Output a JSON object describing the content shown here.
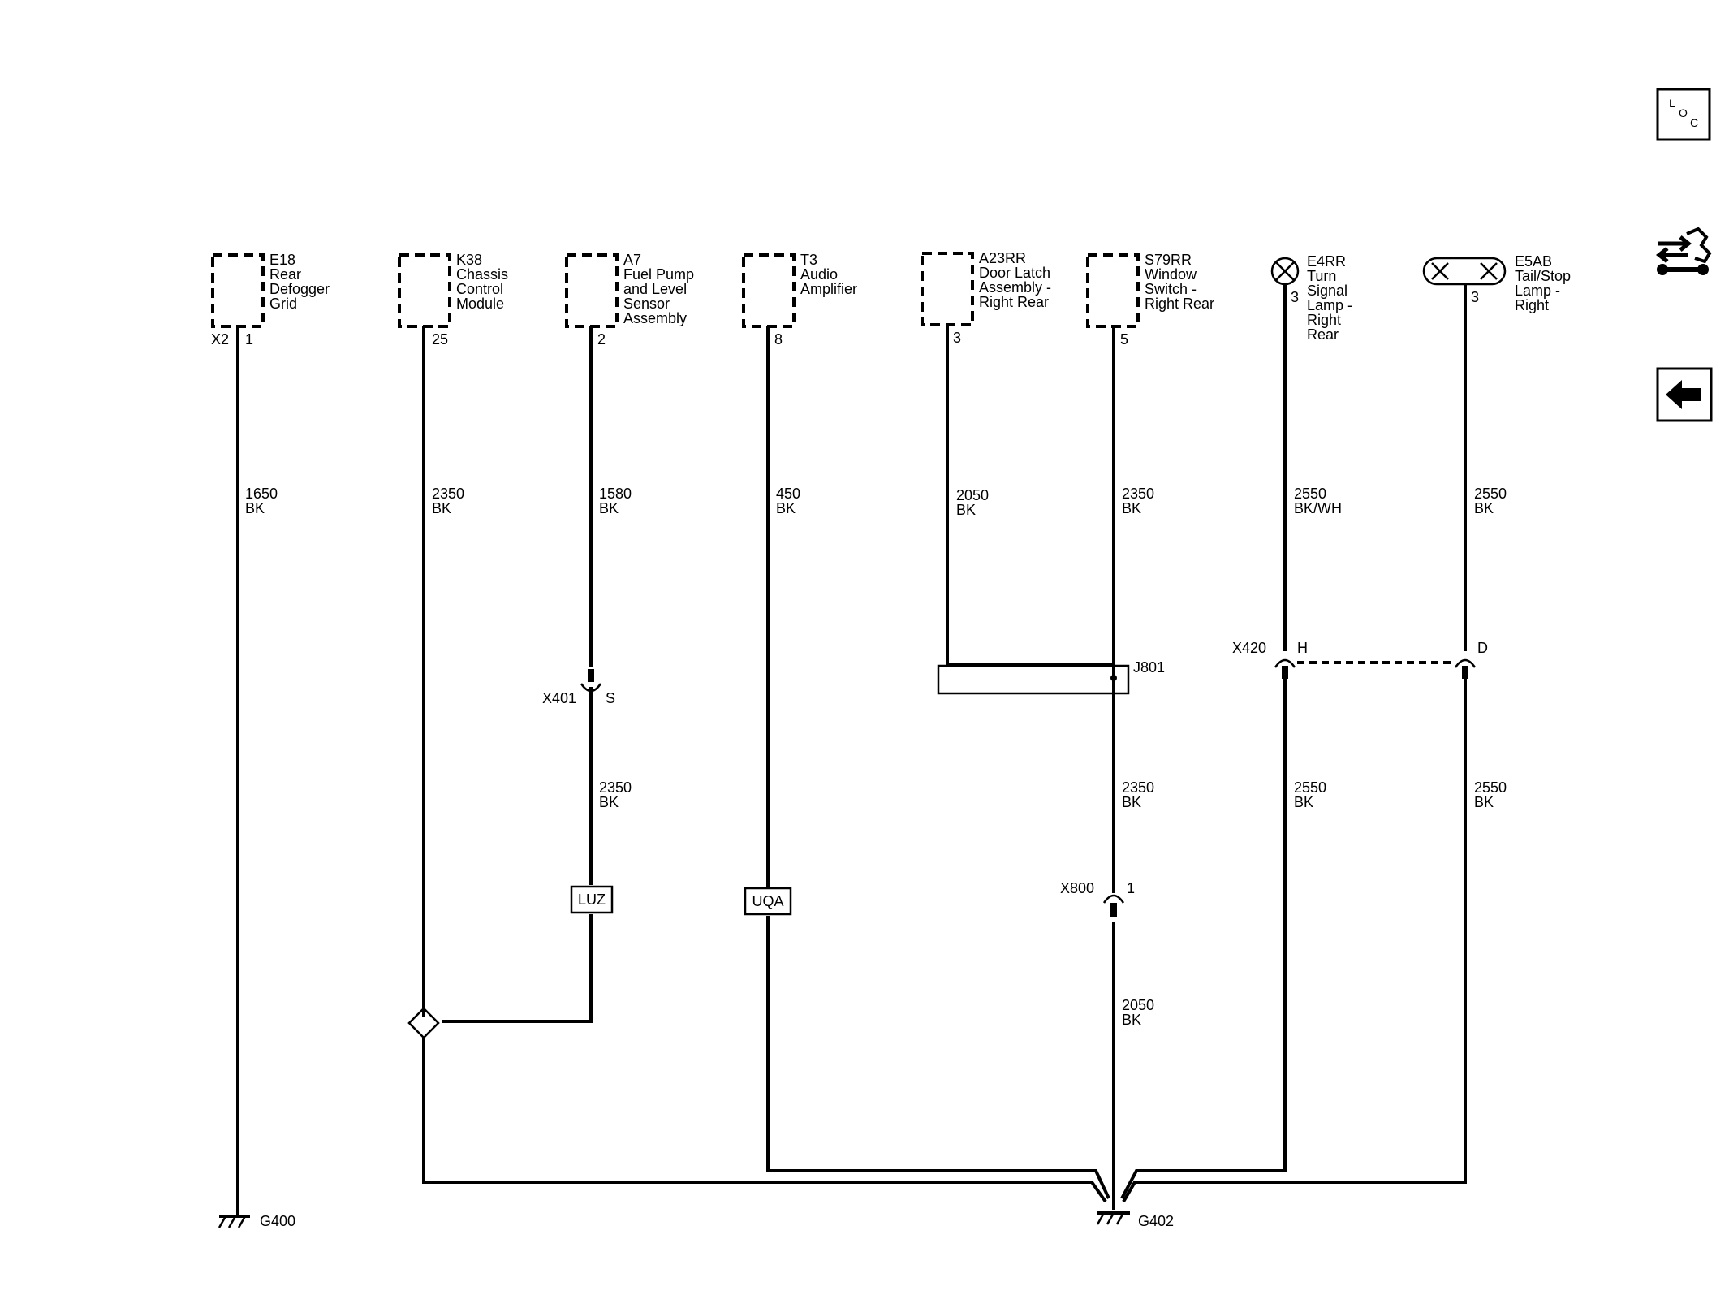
{
  "components": [
    {
      "id": "E18",
      "lines": [
        "E18",
        "Rear",
        "Defogger",
        "Grid"
      ],
      "pins": [
        "X2",
        "1"
      ]
    },
    {
      "id": "K38",
      "lines": [
        "K38",
        "Chassis",
        "Control",
        "Module"
      ],
      "pins": [
        "25"
      ]
    },
    {
      "id": "A7",
      "lines": [
        "A7",
        "Fuel Pump",
        "and Level",
        "Sensor",
        "Assembly"
      ],
      "pins": [
        "2"
      ]
    },
    {
      "id": "T3",
      "lines": [
        "T3",
        "Audio",
        "Amplifier"
      ],
      "pins": [
        "8"
      ]
    },
    {
      "id": "A23RR",
      "lines": [
        "A23RR",
        "Door Latch",
        "Assembly -",
        "Right Rear"
      ],
      "pins": [
        "3"
      ]
    },
    {
      "id": "S79RR",
      "lines": [
        "S79RR",
        "Window",
        "Switch -",
        "Right Rear"
      ],
      "pins": [
        "5"
      ]
    },
    {
      "id": "E4RR",
      "lines": [
        "E4RR",
        "Turn",
        "Signal",
        "Lamp -",
        "Right",
        "Rear"
      ],
      "pins": [
        "3"
      ]
    },
    {
      "id": "E5AB",
      "lines": [
        "E5AB",
        "Tail/Stop",
        "Lamp -",
        "Right"
      ],
      "pins": [
        "3"
      ]
    }
  ],
  "wires": [
    {
      "size": "1650",
      "color": "BK"
    },
    {
      "size": "2350",
      "color": "BK"
    },
    {
      "size": "1580",
      "color": "BK"
    },
    {
      "size": "450",
      "color": "BK"
    },
    {
      "size": "2050",
      "color": "BK"
    },
    {
      "size": "2350",
      "color": "BK"
    },
    {
      "size": "2550",
      "color": "BK/WH"
    },
    {
      "size": "2550",
      "color": "BK"
    },
    {
      "size": "2350",
      "color": "BK"
    },
    {
      "size": "2350",
      "color": "BK"
    },
    {
      "size": "2550",
      "color": "BK"
    },
    {
      "size": "2550",
      "color": "BK"
    },
    {
      "size": "2050",
      "color": "BK"
    }
  ],
  "connectors": {
    "x401": {
      "name": "X401",
      "pin": "S"
    },
    "x420": {
      "name": "X420",
      "pin_left": "H",
      "pin_right": "D"
    },
    "x800": {
      "name": "X800",
      "pin": "1"
    }
  },
  "splice": {
    "name": "J801"
  },
  "options": {
    "luz": "LUZ",
    "uqa": "UQA"
  },
  "grounds": {
    "g400": "G400",
    "g402": "G402"
  },
  "sidebar": {
    "loc": {
      "letters": [
        "L",
        "O",
        "C"
      ]
    },
    "icons": [
      "swap-tool-icon",
      "back-arrow-icon"
    ]
  }
}
